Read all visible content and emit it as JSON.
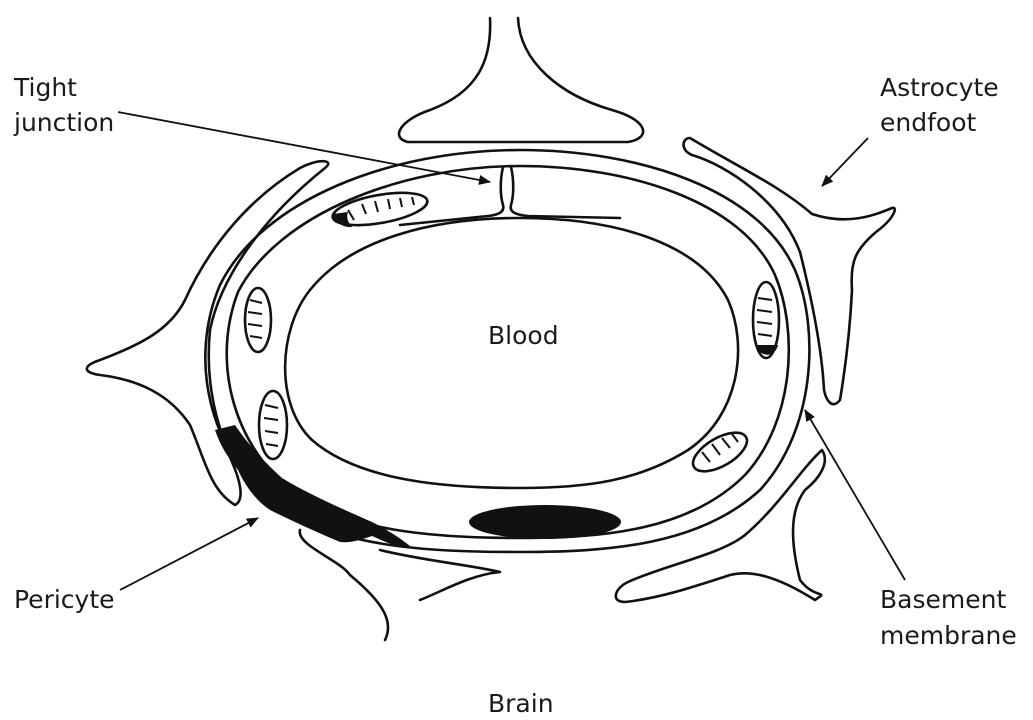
{
  "labels": {
    "tight_junction": [
      "Tight",
      "junction"
    ],
    "astrocyte_endfoot": [
      "Astrocyte",
      "endfoot"
    ],
    "blood": "Blood",
    "pericyte": "Pericyte",
    "basement_membrane": [
      "Basement",
      "membrane"
    ],
    "brain": "Brain"
  }
}
